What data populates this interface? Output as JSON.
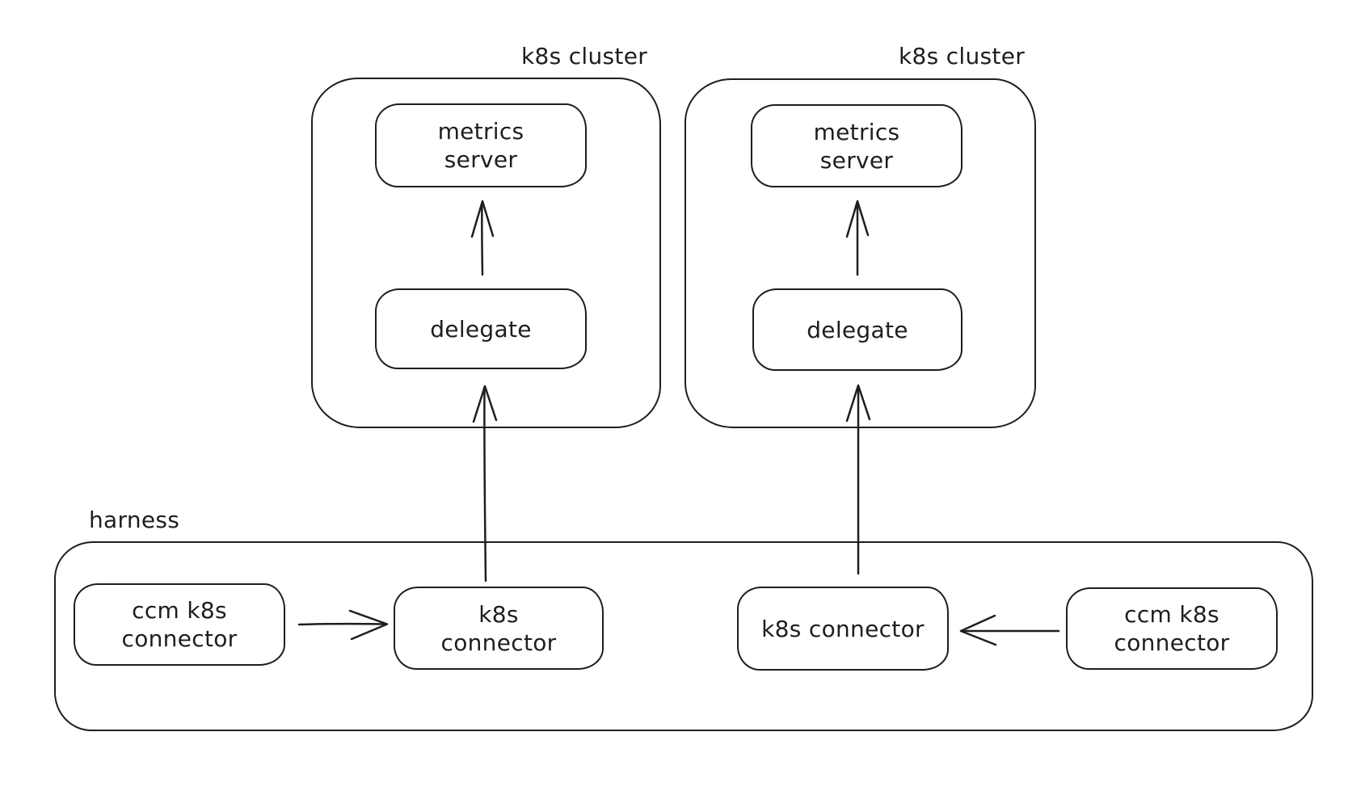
{
  "colors": {
    "stroke": "#1e1e1e",
    "background": "#ffffff"
  },
  "clusters": {
    "left": {
      "label": "k8s cluster",
      "metrics_server": "metrics server",
      "delegate": "delegate"
    },
    "right": {
      "label": "k8s cluster",
      "metrics_server": "metrics server",
      "delegate": "delegate"
    }
  },
  "harness": {
    "label": "harness",
    "ccm_connector_left": "ccm k8s connector",
    "k8s_connector_left": "k8s connector",
    "k8s_connector_right": "k8s connector",
    "ccm_connector_right": "ccm k8s connector"
  }
}
